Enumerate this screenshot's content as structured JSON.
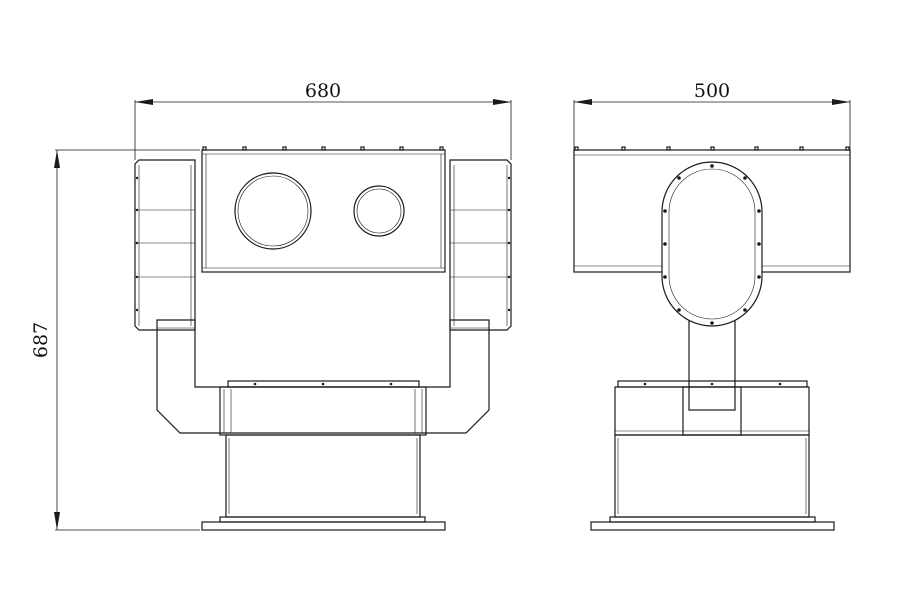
{
  "dimensions": {
    "front_width": "680",
    "side_width": "500",
    "height": "687"
  },
  "colors": {
    "line": "#1a1a1a",
    "background": "#ffffff"
  }
}
